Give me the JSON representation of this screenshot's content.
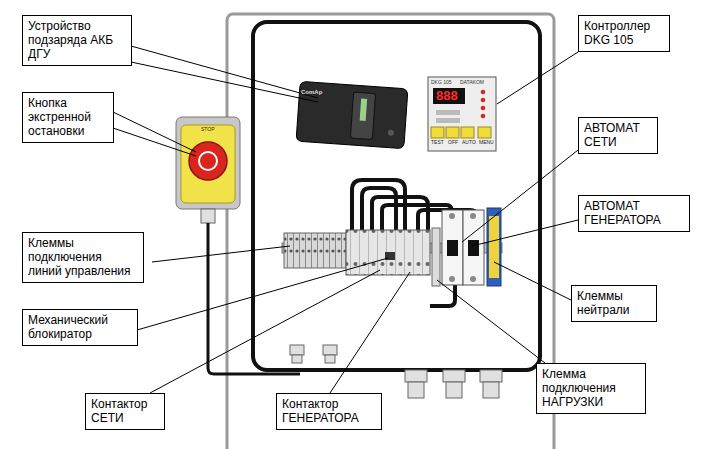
{
  "diagram": {
    "nodes": [
      {
        "text": [
          "Устройство подзаряда АКБ ДГУ"
        ]
      },
      {
        "text": [
          "Контроллер DKG 105"
        ]
      },
      {
        "text": [
          "Кнопка экстренной остановки"
        ]
      },
      {
        "text": [
          "АВТОМАТ СЕТИ"
        ]
      },
      {
        "text": [
          "АВТОМАТ ГЕНЕРАТОРА"
        ]
      },
      {
        "text": [
          "Клеммы подключения линий управления"
        ]
      },
      {
        "text": [
          "Клеммы нейтрали"
        ]
      },
      {
        "text": [
          "Механический блокиратор"
        ]
      },
      {
        "text": [
          "Клемма подключения НАГРУЗКИ"
        ]
      },
      {
        "text": [
          "Контактор СЕТИ"
        ]
      },
      {
        "text": [
          "Контактор ГЕНЕРАТОРА"
        ]
      }
    ],
    "labels": [
      "STOP",
      "ComAp",
      "DKG 105",
      "DATAKOM",
      "888",
      "TEST",
      "OFF",
      "AUTO",
      "MENU"
    ]
  }
}
